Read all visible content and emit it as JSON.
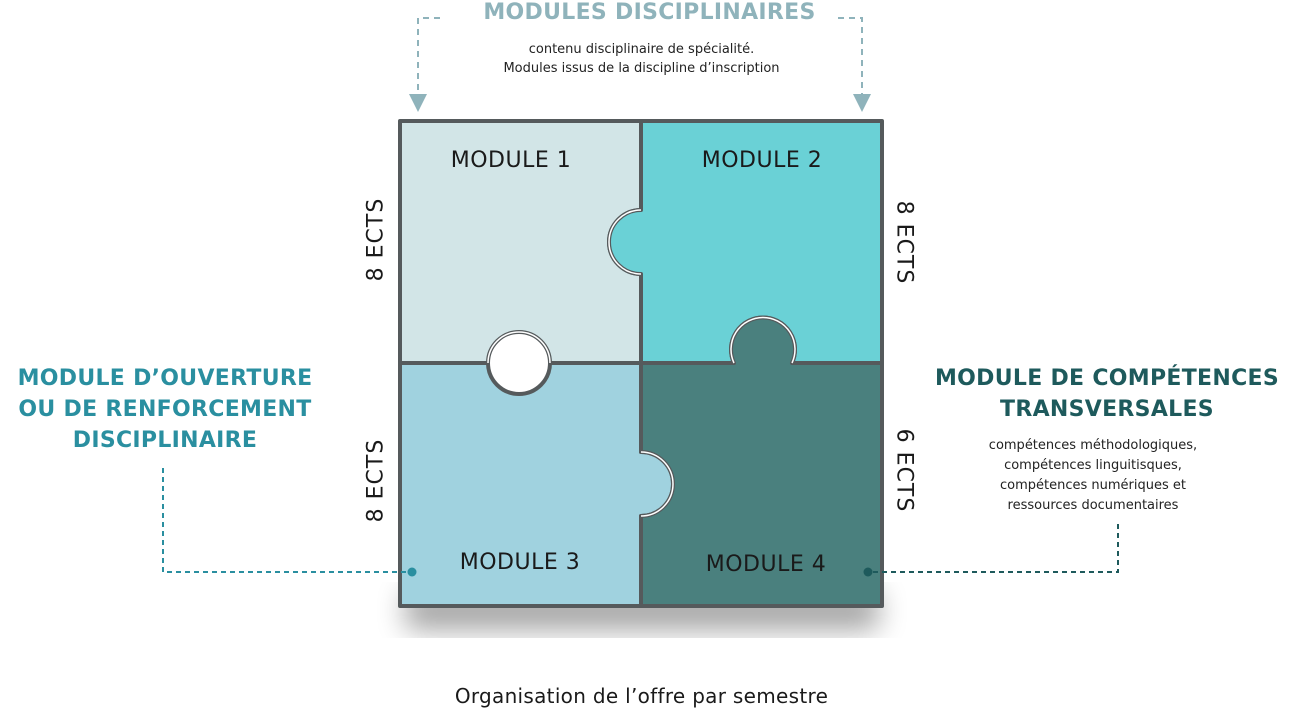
{
  "top": {
    "title": "MODULES DISCIPLINAIRES",
    "subtitle_line1": "contenu disciplinaire de spécialité.",
    "subtitle_line2": "Modules issus de la discipline d’inscription"
  },
  "left_callout": {
    "title_line1": "MODULE D’OUVERTURE",
    "title_line2": "OU DE RENFORCEMENT",
    "title_line3": "DISCIPLINAIRE"
  },
  "right_callout": {
    "title_line1": "MODULE DE COMPÉTENCES",
    "title_line2": "TRANSVERSALES",
    "sub_line1": "compétences méthodologiques,",
    "sub_line2": "compétences linguitisques,",
    "sub_line3": "compétences numériques et",
    "sub_line4": "ressources documentaires"
  },
  "modules": [
    {
      "label": "MODULE 1",
      "ects": "8 ECTS",
      "color": "#d2e5e7"
    },
    {
      "label": "MODULE 2",
      "ects": "8 ECTS",
      "color": "#6ad1d6"
    },
    {
      "label": "MODULE 3",
      "ects": "8 ECTS",
      "color": "#a0d2df"
    },
    {
      "label": "MODULE 4",
      "ects": "6 ECTS",
      "color": "#4a807e"
    }
  ],
  "caption": "Organisation de l’offre par semestre",
  "colors": {
    "border": "#555a5c",
    "top_accent": "#8fb3bb",
    "left_accent": "#2a8fa0",
    "right_accent": "#1e5a5c"
  }
}
